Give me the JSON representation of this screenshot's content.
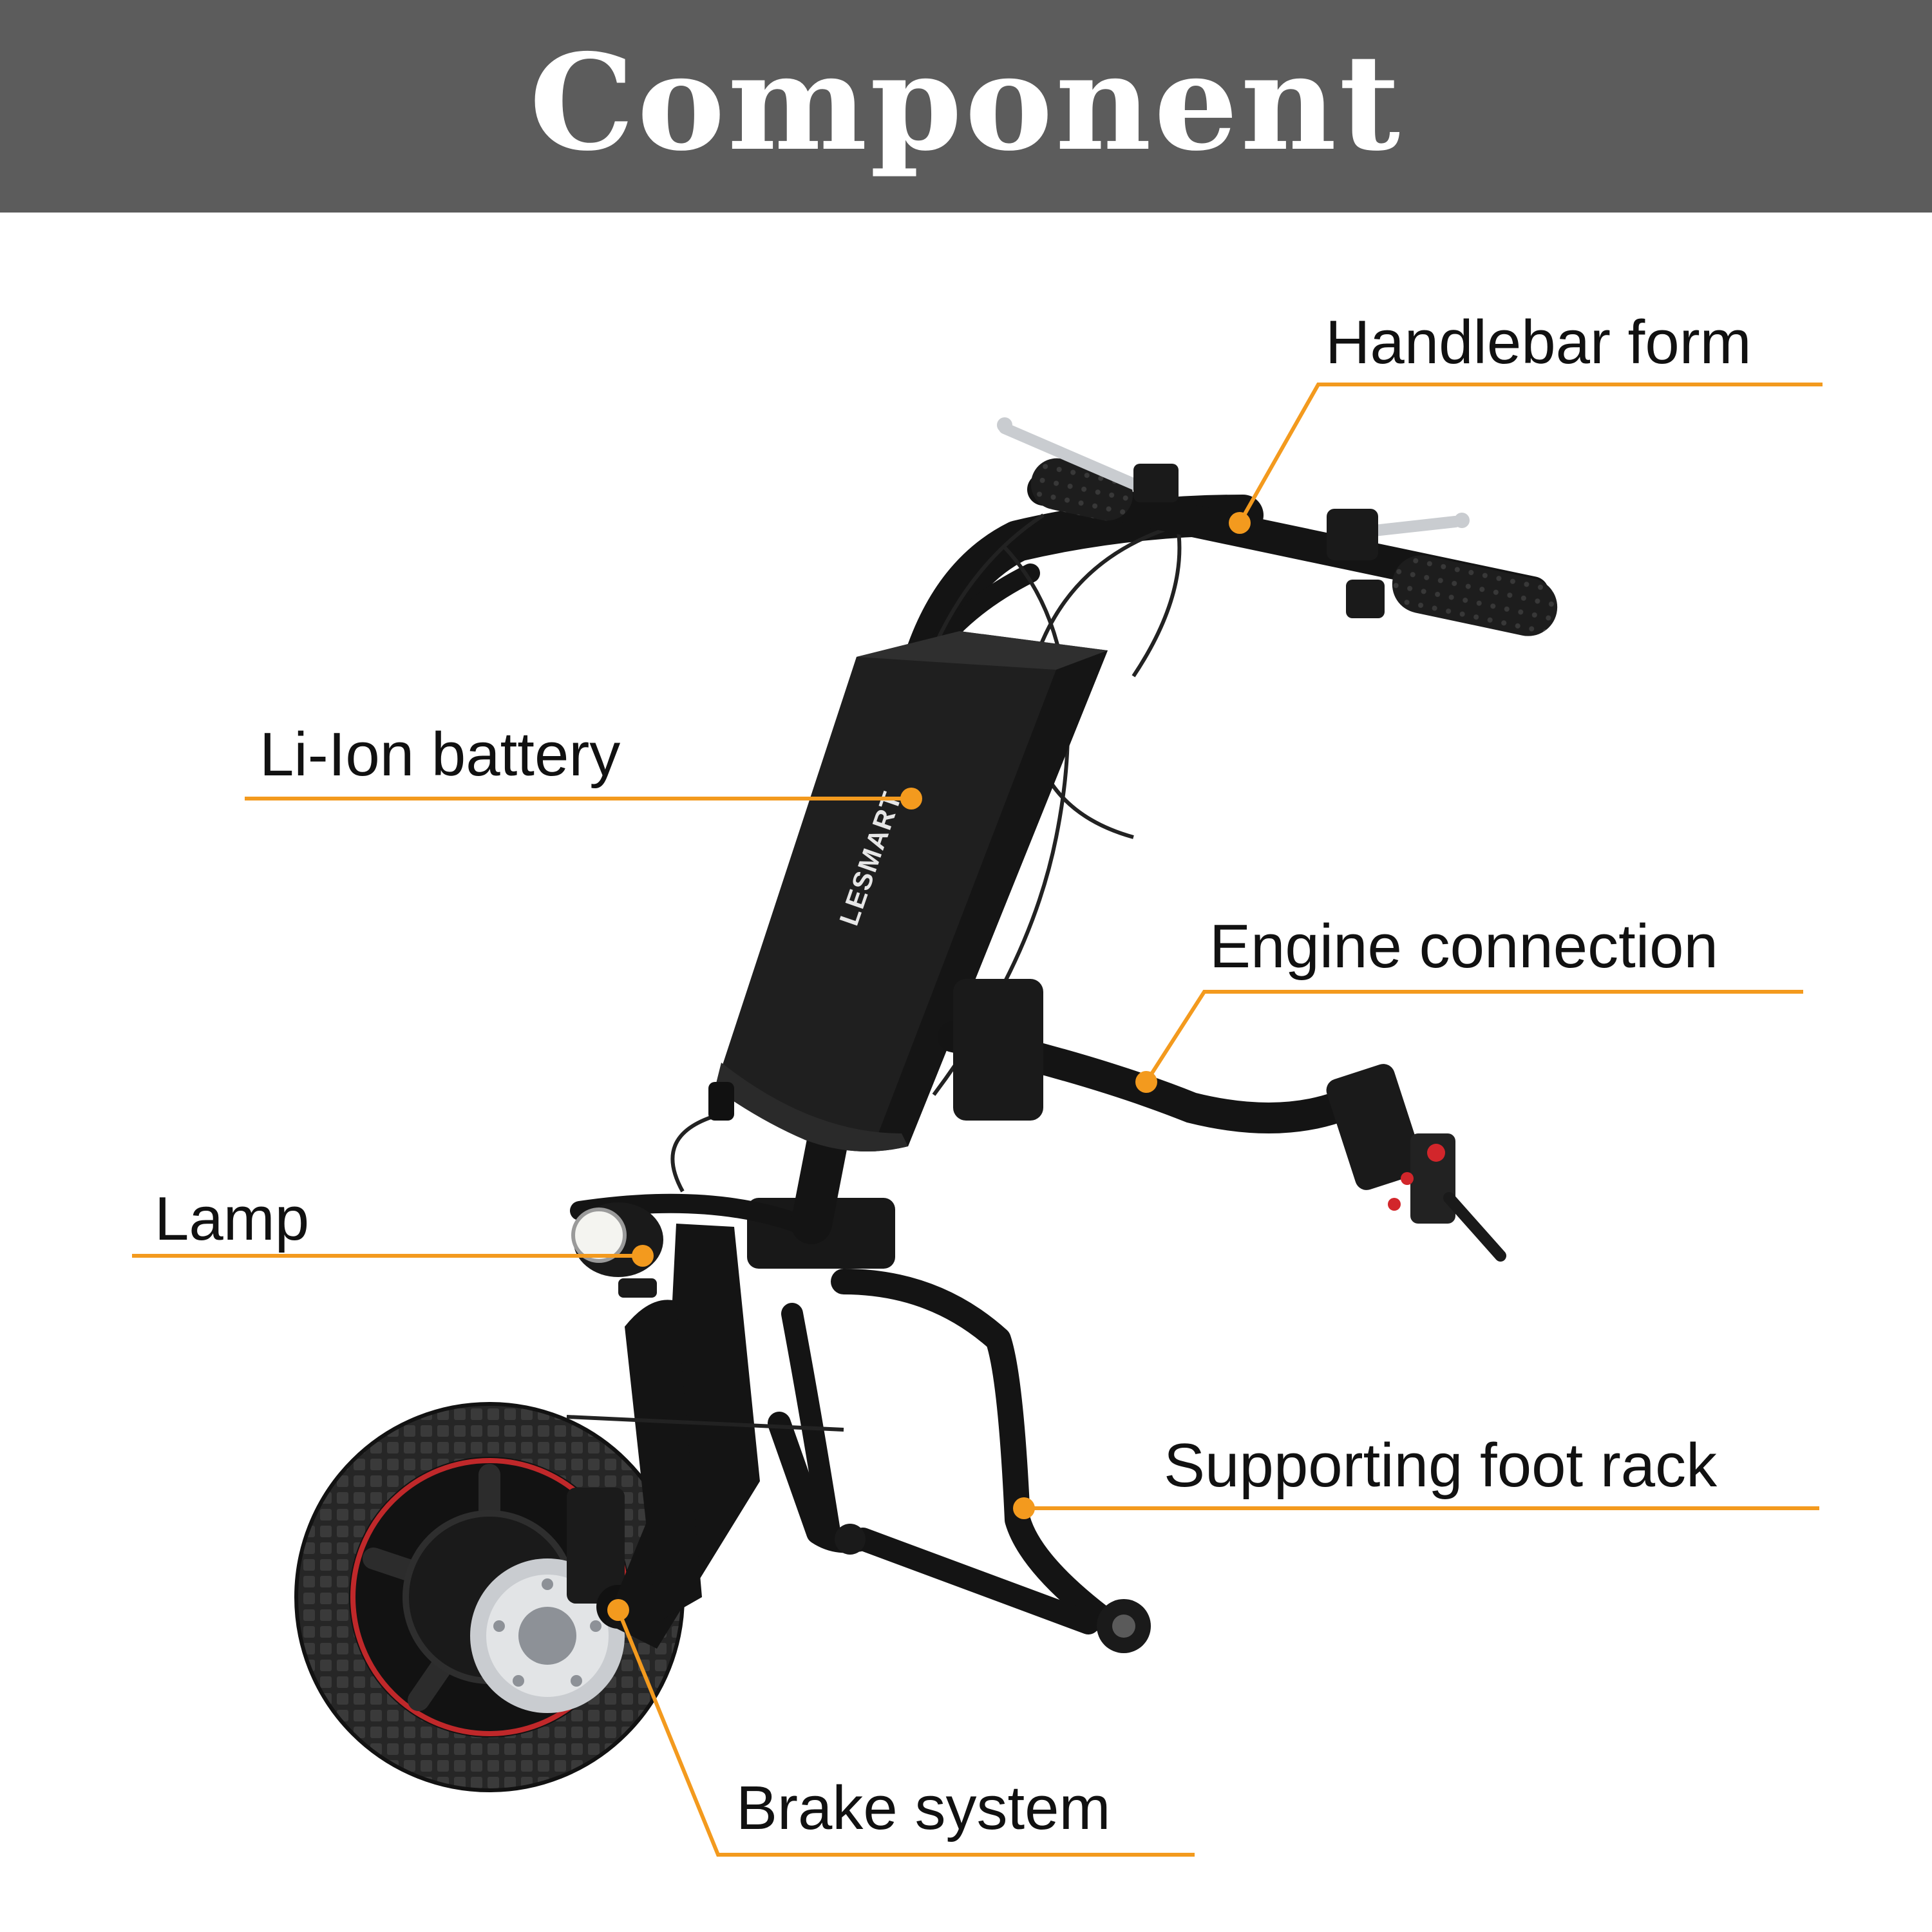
{
  "header": {
    "title": "Component",
    "background": "#5c5c5c",
    "text_color": "#ffffff"
  },
  "callouts": [
    {
      "id": "handlebar",
      "label": "Handlebar form"
    },
    {
      "id": "battery",
      "label": "Li-Ion battery"
    },
    {
      "id": "engine",
      "label": "Engine connection"
    },
    {
      "id": "lamp",
      "label": "Lamp"
    },
    {
      "id": "foot-rack",
      "label": "Supporting foot rack"
    },
    {
      "id": "brake",
      "label": "Brake system"
    }
  ],
  "product": {
    "brand_logo_text": "LESMART",
    "illustration": "electric wheelchair handbike attachment"
  },
  "colors": {
    "leader_line": "#f39a1e",
    "frame": "#141414",
    "tire": "#232323",
    "rim_accent": "#c0282a",
    "chrome": "#c9ccd0",
    "lamp_lens": "#f4f4f0"
  }
}
